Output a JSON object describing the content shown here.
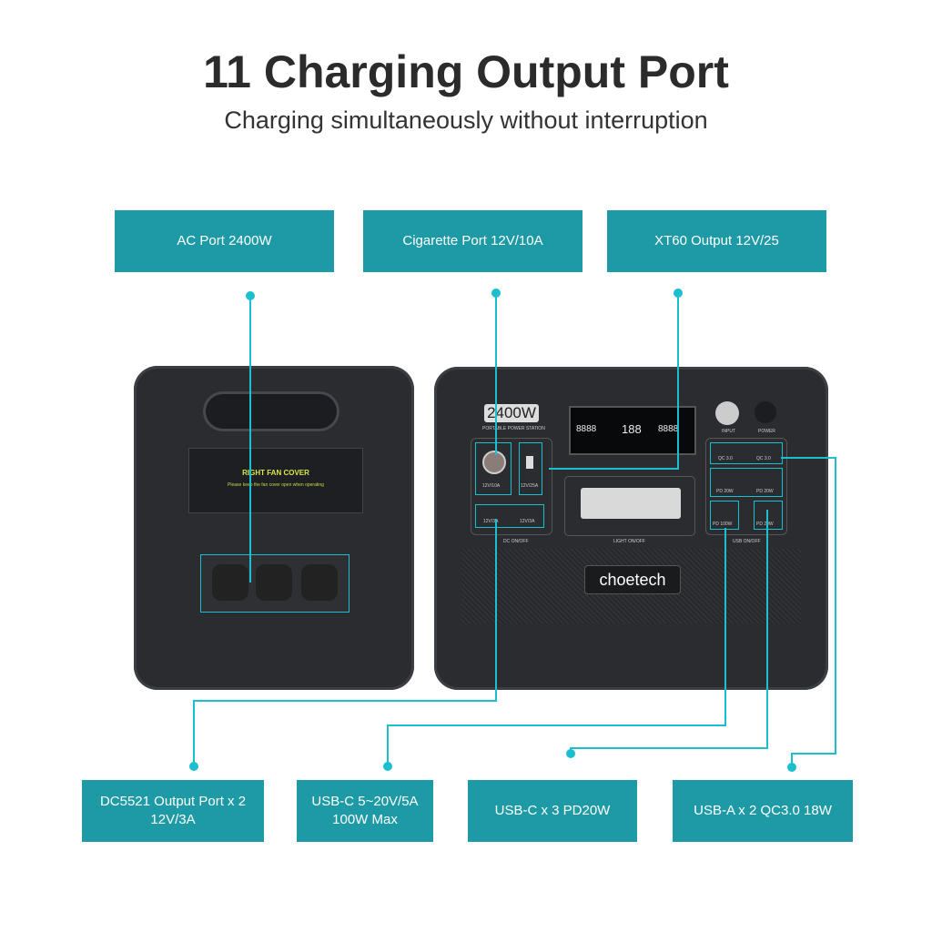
{
  "header": {
    "title": "11 Charging Output Port",
    "subtitle": "Charging simultaneously without interruption"
  },
  "callouts_top": [
    {
      "label": "AC Port  2400W"
    },
    {
      "label": "Cigarette Port   12V/10A"
    },
    {
      "label": "XT60 Output  12V/25"
    }
  ],
  "callouts_bottom": [
    {
      "label": "DC5521 Output  Port x 2\n12V/3A"
    },
    {
      "label": "USB-C 5~20V/5A\n100W Max"
    },
    {
      "label": "USB-C x 3   PD20W"
    },
    {
      "label": "USB-A x 2     QC3.0 18W"
    }
  ],
  "device_left": {
    "fan_cover": "RIGHT FAN COVER",
    "warning": "Please keep the fan cover open when operating"
  },
  "device_right": {
    "badge": "2400W",
    "badge_sub": "PORTABLE POWER STATION",
    "brand": "choetech",
    "display": {
      "input": "8888",
      "center": "188",
      "output": "8888"
    },
    "labels": {
      "cig": "12V/10A",
      "xt60": "12V/25A",
      "dc1": "12V/3A",
      "dc2": "12V/3A",
      "dc_switch": "DC ON/OFF",
      "light_switch": "LIGHT ON/OFF",
      "usb_switch": "USB ON/OFF",
      "qc1": "QC 3.0",
      "qc2": "QC 3.0",
      "pd1": "PD 20W",
      "pd2": "PD 20W",
      "pd3": "PD 100W",
      "pd4": "PD 20W",
      "input": "INPUT",
      "power": "POWER"
    }
  },
  "colors": {
    "callout": "#1d9aa6",
    "leader_line": "#1bbfd0",
    "device": "#2a2c30"
  }
}
